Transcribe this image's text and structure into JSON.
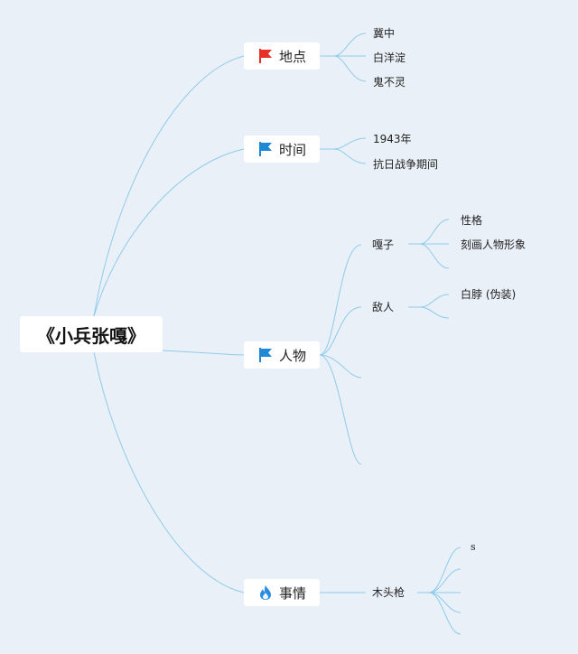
{
  "root": {
    "label": "《小兵张嘎》"
  },
  "branches": {
    "place": {
      "label": "地点",
      "icon": "red-flag-icon",
      "children": [
        "冀中",
        "白洋淀",
        "鬼不灵"
      ]
    },
    "time": {
      "label": "时间",
      "icon": "blue-flag-icon",
      "children": [
        "1943年",
        "抗日战争期间"
      ]
    },
    "people": {
      "label": "人物",
      "icon": "blue-flag-icon",
      "gazi": {
        "label": "嘎子",
        "children": [
          "性格",
          "刻画人物形象"
        ]
      },
      "enemy": {
        "label": "敌人",
        "children": [
          "白脖 (伪装)"
        ]
      }
    },
    "events": {
      "label": "事情",
      "icon": "fire-icon",
      "muqiang": {
        "label": "木头枪",
        "children": [
          "s"
        ]
      }
    }
  },
  "colors": {
    "line": "#8fcbec",
    "flag_red": "#e8302a",
    "flag_blue": "#1e8ad6",
    "fire": "#2a8de0"
  }
}
